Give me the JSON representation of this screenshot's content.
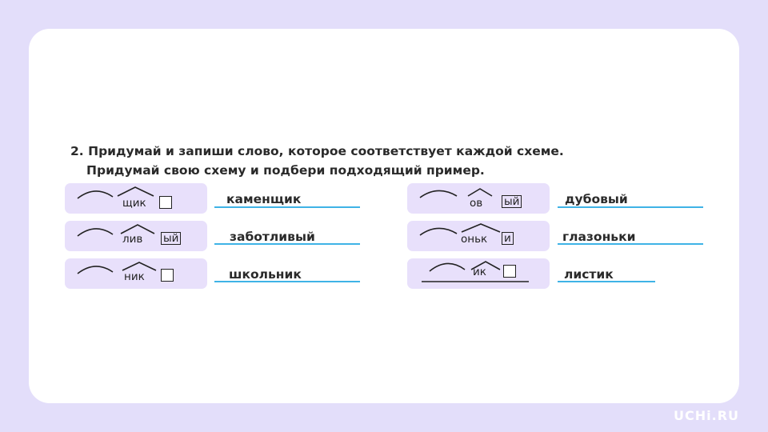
{
  "task": {
    "number": "2.",
    "line1": "Придумай и запиши слово, которое соответствует каждой схеме.",
    "line2": "Придумай свою схему и подбери подходящий пример."
  },
  "rows": [
    {
      "suffix": "щик",
      "ending": "",
      "answer": "каменщик"
    },
    {
      "suffix": "лив",
      "ending": "ый",
      "answer": "заботливый"
    },
    {
      "suffix": "ник",
      "ending": "",
      "answer": "школьник"
    },
    {
      "suffix": "ов",
      "ending": "ый",
      "answer": "дубовый"
    },
    {
      "suffix": "оньк",
      "ending": "и",
      "answer": "глазоньки"
    },
    {
      "suffix": "ик",
      "ending": "",
      "answer": "листик"
    }
  ],
  "logo": "UCHi.RU",
  "colors": {
    "background": "#e3defa",
    "card": "#ffffff",
    "scheme_bg": "#e8e0fb",
    "answer_line": "#3fb3e6"
  }
}
